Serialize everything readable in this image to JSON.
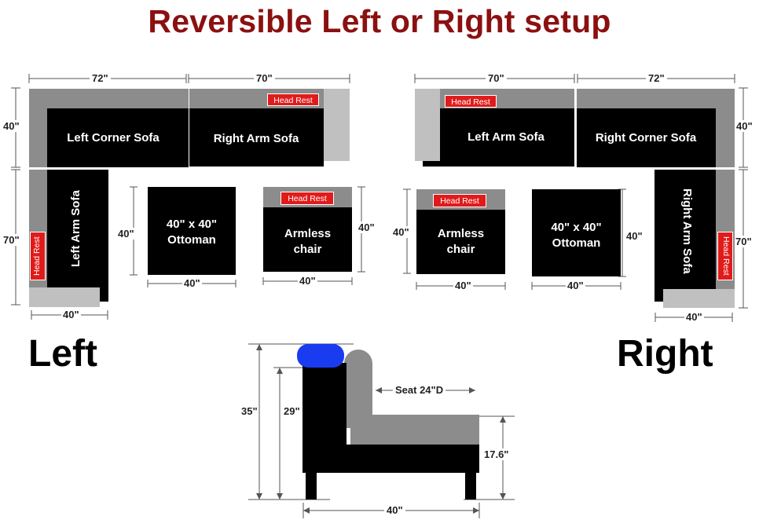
{
  "title": "Reversible Left or Right setup",
  "side_labels": {
    "left": "Left",
    "right": "Right"
  },
  "pieces": {
    "left_corner_sofa": "Left Corner Sofa",
    "right_arm_sofa": "Right  Arm Sofa",
    "left_arm_sofa": "Left Arm Sofa",
    "ottoman_line1": "40\" x 40\"",
    "ottoman_line2": "Ottoman",
    "armless_line1": "Armless",
    "armless_line2": "chair",
    "right_left_arm_sofa": "Left Arm Sofa",
    "right_corner_sofa": "Right Corner Sofa",
    "right_right_arm_sofa": "Right  Arm Sofa"
  },
  "head_rest": "Head Rest",
  "dimensions": {
    "d72": "72\"",
    "d70": "70\"",
    "d40": "40\"",
    "d70v": "70\"",
    "d35": "35\"",
    "d29": "29\"",
    "d176": "17.6\"",
    "seat": "Seat 24\"D"
  },
  "colors": {
    "title": "#8b1010",
    "headrest": "#e01b1b",
    "cushion": "#1a3cf0"
  }
}
